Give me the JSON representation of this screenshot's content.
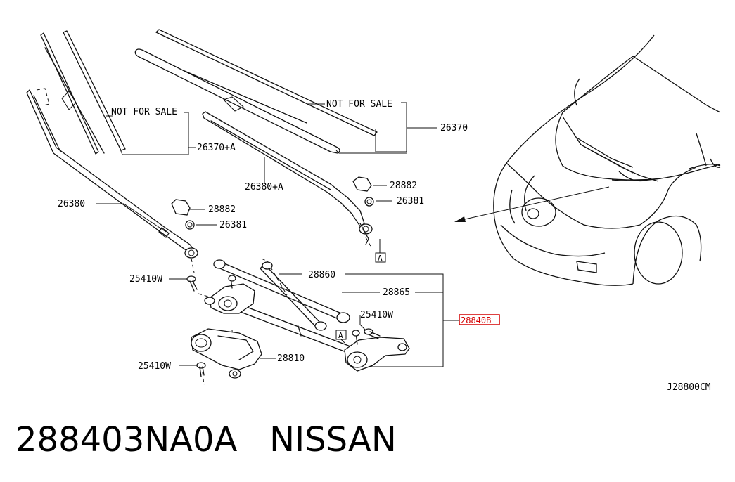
{
  "callouts": {
    "not_for_sale_1": "NOT FOR SALE",
    "not_for_sale_2": "NOT FOR SALE",
    "p26370A": "26370+A",
    "p26370": "26370",
    "p26380A": "26380+A",
    "p26380": "26380",
    "p28882_a": "28882",
    "p26381_a": "26381",
    "p28882_b": "28882",
    "p26381_b": "26381",
    "p28860": "28860",
    "p28865": "28865",
    "p25410W_a": "25410W",
    "p25410W_b": "25410W",
    "p25410W_c": "25410W",
    "p28810": "28810",
    "p28840B": "28840B",
    "ref_a1": "A",
    "ref_a2": "A"
  },
  "drawing_code": "J28800CM",
  "caption": {
    "part_number": "288403NA0A",
    "brand": "NISSAN",
    "full": "288403NA0A   NISSAN"
  },
  "colors": {
    "highlight": "#d40000",
    "line": "#111111",
    "background": "#ffffff"
  }
}
